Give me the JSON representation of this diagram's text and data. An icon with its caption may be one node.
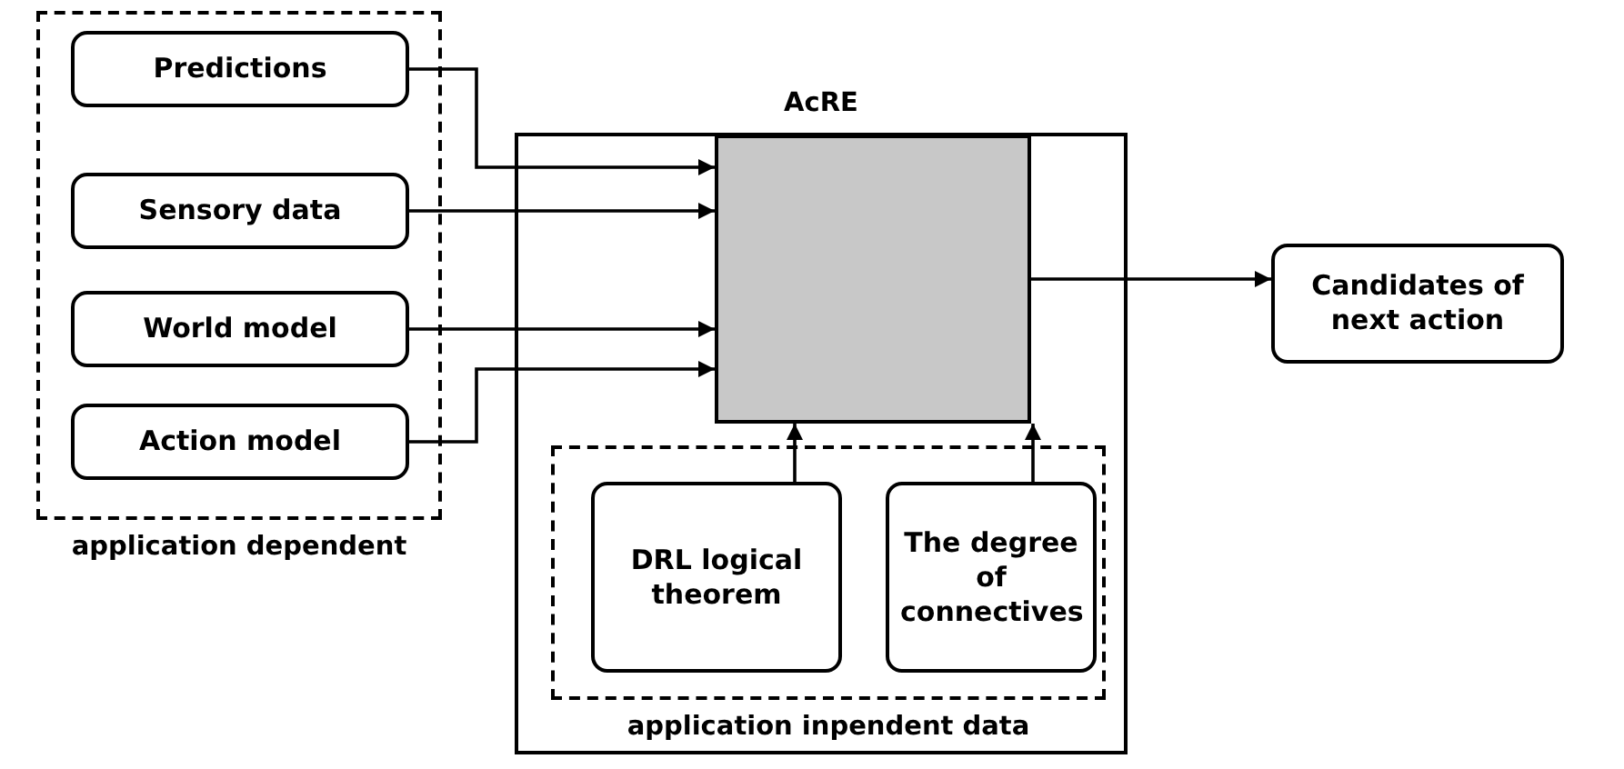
{
  "diagram": {
    "nodes": [
      {
        "text": [
          "application dependent"
        ]
      },
      {
        "text": [
          "Predictions"
        ],
        "in": 0
      },
      {
        "text": [
          "Sensory data"
        ],
        "in": 0
      },
      {
        "text": [
          "World model"
        ],
        "in": 0
      },
      {
        "text": [
          "Action model"
        ],
        "in": 0
      },
      {
        "text": [
          "AcRE"
        ]
      },
      {
        "text": [],
        "shape": "box",
        "in": 5
      },
      {
        "text": [
          "application inpendent data"
        ],
        "in": 5
      },
      {
        "text": [
          "DRL logical theorem"
        ],
        "in": 7
      },
      {
        "text": [
          "The degree of connectives"
        ],
        "in": 7
      },
      {
        "text": [
          "Candidates of next action"
        ]
      }
    ],
    "edges": [
      {
        "from": 1,
        "to": 6,
        "arrow": "to"
      },
      {
        "from": 2,
        "to": 6,
        "arrow": "to"
      },
      {
        "from": 3,
        "to": 6,
        "arrow": "to"
      },
      {
        "from": 4,
        "to": 6,
        "arrow": "to"
      },
      {
        "from": 8,
        "to": 6,
        "arrow": "to"
      },
      {
        "from": 9,
        "to": 6,
        "arrow": "to"
      },
      {
        "from": 6,
        "to": 10,
        "arrow": "to"
      }
    ]
  }
}
